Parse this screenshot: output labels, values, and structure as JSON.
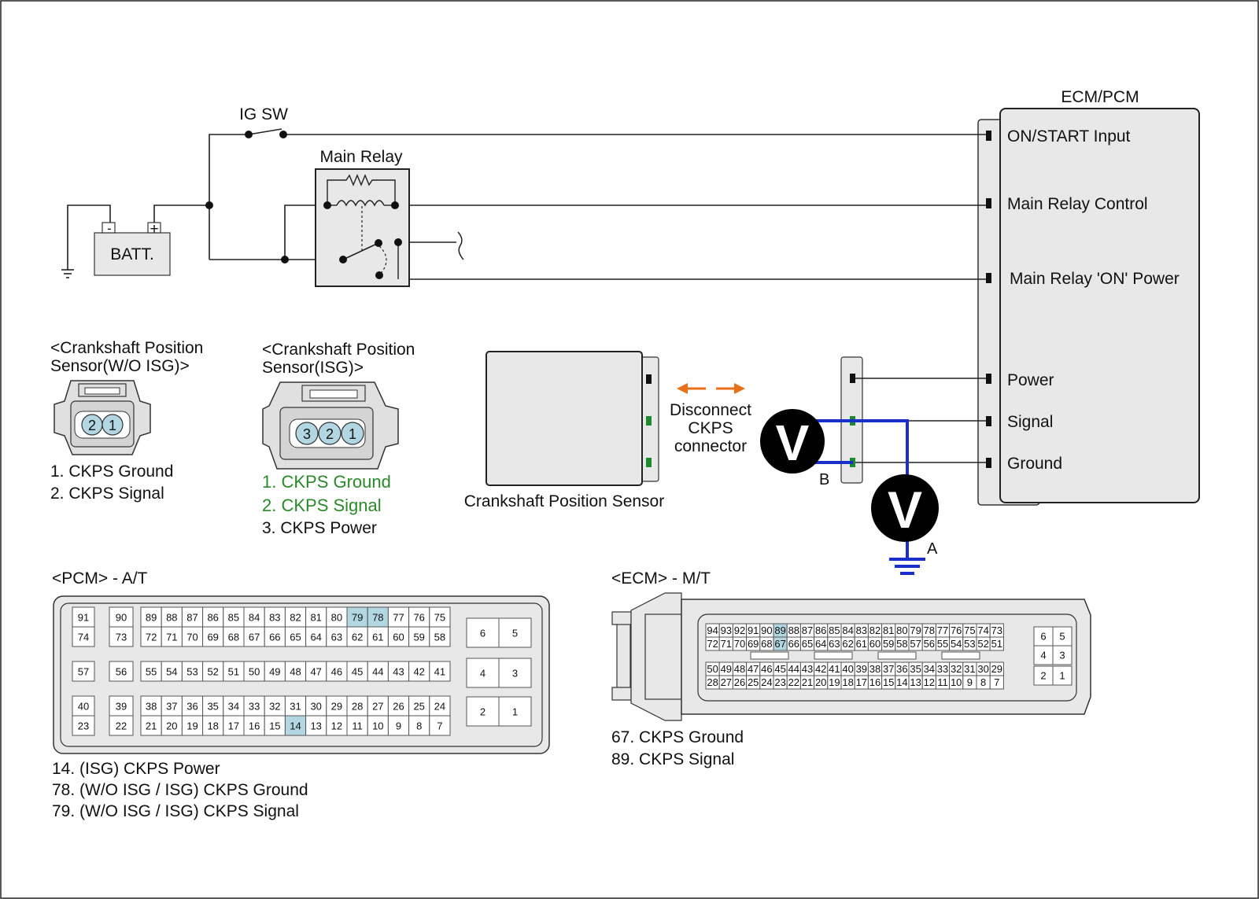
{
  "ecm_box": {
    "title": "ECM/PCM",
    "pins": {
      "on_start": "ON/START Input",
      "relay_control": "Main Relay Control",
      "relay_on_power": "Main Relay 'ON' Power",
      "power": "Power",
      "signal": "Signal",
      "ground": "Ground"
    }
  },
  "ig_sw": "IG SW",
  "main_relay": "Main Relay",
  "battery": {
    "label": "BATT.",
    "minus": "-",
    "plus": "+"
  },
  "sensor_wo_isg": {
    "title_line1": "<Crankshaft Position",
    "title_line2": "Sensor(W/O ISG)>",
    "pins": [
      "2",
      "1"
    ],
    "legend": [
      "1. CKPS Ground",
      "2. CKPS Signal"
    ]
  },
  "sensor_isg": {
    "title_line1": "<Crankshaft Position",
    "title_line2": "Sensor(ISG)>",
    "pins": [
      "3",
      "2",
      "1"
    ],
    "legend": [
      "1. CKPS Ground",
      "2. CKPS Signal",
      "3. CKPS Power"
    ],
    "legend_highlight_color": "#2a8a2a"
  },
  "ckps_block": {
    "label": "Crankshaft Position Sensor",
    "disconnect_line1": "Disconnect",
    "disconnect_line2": "CKPS",
    "disconnect_line3": "connector",
    "arrow_color": "#e8701a"
  },
  "meters": {
    "symbol": "V",
    "label_a": "A",
    "label_b": "B",
    "lead_color": "#1a2ecc"
  },
  "pcm_connector": {
    "title": "<PCM> - A/T",
    "block1": [
      [
        "91",
        "74"
      ],
      [
        "57"
      ],
      [
        "40",
        "23"
      ]
    ],
    "block2": [
      [
        "90",
        "73"
      ],
      [
        "56"
      ],
      [
        "39",
        "22"
      ]
    ],
    "main_rows": [
      [
        "89",
        "88",
        "87",
        "86",
        "85",
        "84",
        "83",
        "82",
        "81",
        "80",
        "79",
        "78",
        "77",
        "76",
        "75"
      ],
      [
        "72",
        "71",
        "70",
        "69",
        "68",
        "67",
        "66",
        "65",
        "64",
        "63",
        "62",
        "61",
        "60",
        "59",
        "58"
      ],
      [
        "55",
        "54",
        "53",
        "52",
        "51",
        "50",
        "49",
        "48",
        "47",
        "46",
        "45",
        "44",
        "43",
        "42",
        "41"
      ],
      [
        "38",
        "37",
        "36",
        "35",
        "34",
        "33",
        "32",
        "31",
        "30",
        "29",
        "28",
        "27",
        "26",
        "25",
        "24"
      ],
      [
        "21",
        "20",
        "19",
        "18",
        "17",
        "16",
        "15",
        "14",
        "13",
        "12",
        "11",
        "10",
        "9",
        "8",
        "7"
      ]
    ],
    "right_block": [
      [
        "6",
        "5"
      ],
      [
        "4",
        "3"
      ],
      [
        "2",
        "1"
      ]
    ],
    "highlighted": [
      "79",
      "78",
      "14"
    ],
    "legend": [
      "14. (ISG) CKPS Power",
      "78. (W/O ISG / ISG) CKPS Ground",
      "79. (W/O ISG / ISG) CKPS Signal"
    ]
  },
  "ecm_connector": {
    "title": "<ECM> - M/T",
    "rows": [
      [
        "94",
        "93",
        "92",
        "91",
        "90",
        "89",
        "88",
        "87",
        "86",
        "85",
        "84",
        "83",
        "82",
        "81",
        "80",
        "79",
        "78",
        "77",
        "76",
        "75",
        "74",
        "73"
      ],
      [
        "72",
        "71",
        "70",
        "69",
        "68",
        "67",
        "66",
        "65",
        "64",
        "63",
        "62",
        "61",
        "60",
        "59",
        "58",
        "57",
        "56",
        "55",
        "54",
        "53",
        "52",
        "51"
      ],
      [
        "50",
        "49",
        "48",
        "47",
        "46",
        "45",
        "44",
        "43",
        "42",
        "41",
        "40",
        "39",
        "38",
        "37",
        "36",
        "35",
        "34",
        "33",
        "32",
        "31",
        "30",
        "29"
      ],
      [
        "28",
        "27",
        "26",
        "25",
        "24",
        "23",
        "22",
        "21",
        "20",
        "19",
        "18",
        "17",
        "16",
        "15",
        "14",
        "13",
        "12",
        "11",
        "10",
        "9",
        "8",
        "7"
      ]
    ],
    "right_block": [
      [
        "6",
        "5"
      ],
      [
        "4",
        "3"
      ],
      [
        "2",
        "1"
      ]
    ],
    "highlighted": [
      "89",
      "67"
    ],
    "legend": [
      "67. CKPS Ground",
      "89. CKPS Signal"
    ]
  },
  "colors": {
    "pin_highlight": "#b2d6e2",
    "connector_fill": "#e8e8e8",
    "terminal_green": "#1e8a2e"
  }
}
